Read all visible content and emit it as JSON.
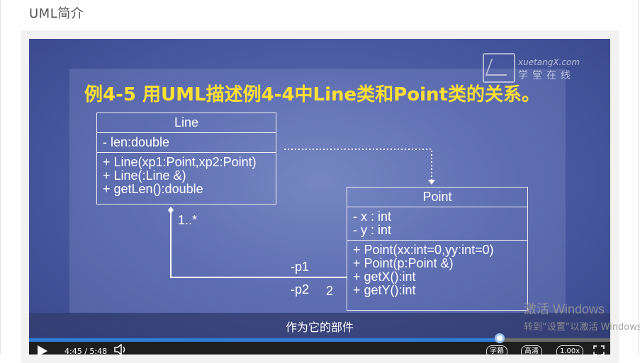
{
  "page": {
    "section_title": "UML简介"
  },
  "logo": {
    "en": "xuetangX.com",
    "cn": "学堂在线"
  },
  "slide": {
    "title": "例4-5 用UML描述例4-4中Line类和Point类的关系。",
    "line_class": {
      "name": "Line",
      "attributes": [
        "- len:double"
      ],
      "operations": [
        "+ Line(xp1:Point,xp2:Point)",
        "+ Line(:Line &)",
        "+ getLen():double"
      ]
    },
    "point_class": {
      "name": "Point",
      "attributes": [
        "- x : int",
        "- y : int"
      ],
      "operations": [
        "+ Point(xx:int=0,yy:int=0)",
        "+ Point(p:Point &)",
        "+ getX():int",
        "+ getY():int"
      ]
    },
    "association": {
      "multiplicity_line": "1..*",
      "role1": "-p1",
      "role2": "-p2",
      "multiplicity_point": "2"
    }
  },
  "player": {
    "subtitle": "作为它的部件",
    "time": "4:45 / 5:48",
    "progress": 0.81,
    "buttons": {
      "caption": "字幕",
      "quality": "高清",
      "speed": "1.00x"
    },
    "icons": {
      "play": "play-icon",
      "volume": "volume-icon",
      "fullscreen": "fullscreen-icon"
    }
  },
  "windows_watermark": {
    "line1": "激活 Windows",
    "line2": "转到“设置”以激活 Windows。"
  }
}
